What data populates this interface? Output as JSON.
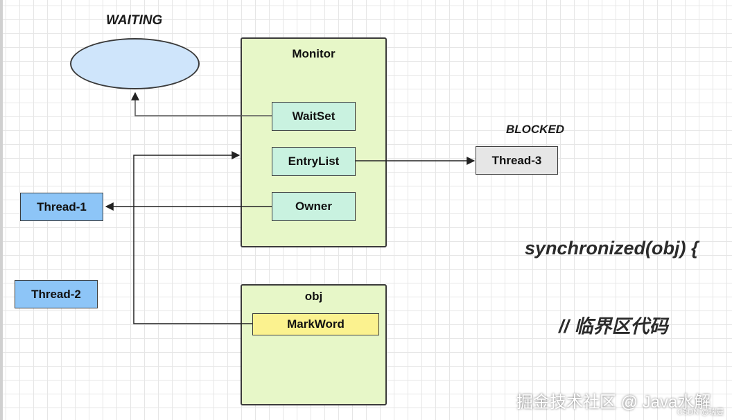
{
  "labels": {
    "waiting": "WAITING",
    "blocked": "BLOCKED"
  },
  "monitor": {
    "title": "Monitor",
    "waitset": "WaitSet",
    "entrylist": "EntryList",
    "owner": "Owner"
  },
  "threads": {
    "thread1": "Thread-1",
    "thread2": "Thread-2",
    "thread3": "Thread-3"
  },
  "obj": {
    "title": "obj",
    "markword": "MarkWord"
  },
  "code": {
    "line1": "synchronized(obj) {",
    "line2": "// 临界区代码"
  },
  "watermark": {
    "main": "掘金技术社区 @ Java水解",
    "sub": "CSDN @瑞曼"
  },
  "colors": {
    "container_fill": "#e7f7c8",
    "inner_box_fill": "#c9f2e0",
    "thread_fill": "#8dc5f7",
    "blocked_fill": "#e6e6e6",
    "markword_fill": "#fbf28f",
    "waiting_fill": "#cfe5fb"
  }
}
